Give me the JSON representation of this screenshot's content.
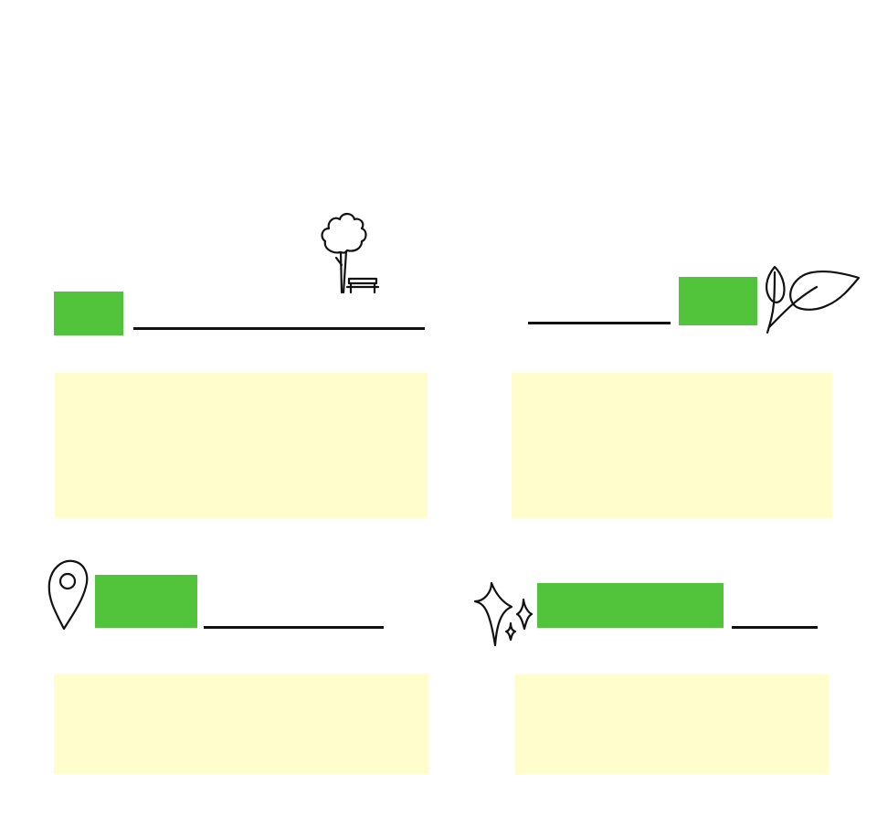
{
  "colors": {
    "background": "#ffffff",
    "tag_green": "#52c43c",
    "note_yellow": "#fffdcc",
    "ink": "#111111"
  },
  "sections": [
    {
      "id": "top-left",
      "icon": "tree-bench-icon"
    },
    {
      "id": "top-right",
      "icon": "leaves-icon"
    },
    {
      "id": "bottom-left",
      "icon": "map-pin-icon"
    },
    {
      "id": "bottom-right",
      "icon": "sparkles-icon"
    }
  ]
}
